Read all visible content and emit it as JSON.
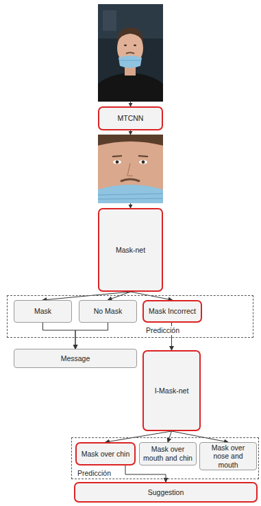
{
  "diagram": {
    "nodes": [
      {
        "text": [
          "MTCNN"
        ]
      },
      {
        "text": [
          "Mask-net"
        ]
      },
      {
        "text": [
          "Predicción"
        ]
      },
      {
        "text": [
          "Mask"
        ],
        "in": 2
      },
      {
        "text": [
          "No Mask"
        ],
        "in": 2
      },
      {
        "text": [
          "Mask Incorrect"
        ],
        "in": 2
      },
      {
        "text": [
          "Message"
        ]
      },
      {
        "text": [
          "I-Mask-net"
        ]
      },
      {
        "text": [
          "Predicción"
        ]
      },
      {
        "text": [
          "Mask over chin"
        ],
        "in": 8
      },
      {
        "text": [
          "Mask over mouth and chin"
        ],
        "in": 8
      },
      {
        "text": [
          "Mask over nose and mouth"
        ],
        "in": 8
      },
      {
        "text": [
          "Suggestion"
        ]
      }
    ],
    "edges": [
      {
        "from": 1,
        "to": 3,
        "arrow": "to"
      },
      {
        "from": 1,
        "to": 4,
        "arrow": "to"
      },
      {
        "from": 1,
        "to": 5,
        "arrow": "to"
      },
      {
        "from": 3,
        "to": 6,
        "arrow": "to"
      },
      {
        "from": 4,
        "to": 6,
        "arrow": "to"
      },
      {
        "from": 5,
        "to": 7,
        "arrow": "to"
      },
      {
        "from": 7,
        "to": 9,
        "arrow": "to"
      },
      {
        "from": 7,
        "to": 10,
        "arrow": "to"
      },
      {
        "from": 7,
        "to": 11,
        "arrow": "to"
      },
      {
        "from": 9,
        "to": 12,
        "arrow": "to"
      }
    ]
  }
}
